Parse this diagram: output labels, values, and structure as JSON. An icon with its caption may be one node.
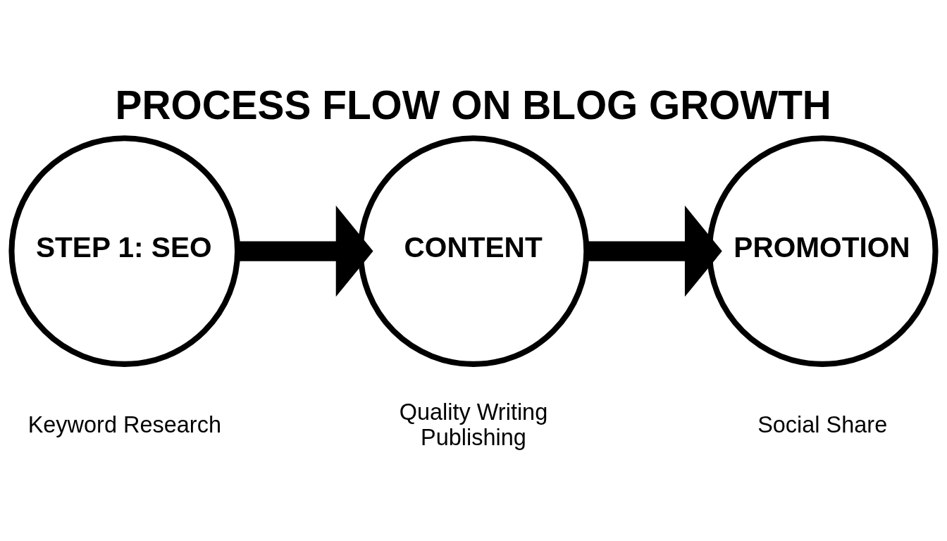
{
  "diagram": {
    "title": "PROCESS FLOW ON BLOG GROWTH",
    "nodes": [
      {
        "text": [
          "STEP 1: SEO"
        ],
        "beside": [
          "Keyword Research"
        ]
      },
      {
        "text": [
          "CONTENT"
        ],
        "beside": [
          "Quality Writing",
          "Publishing"
        ]
      },
      {
        "text": [
          "PROMOTION"
        ],
        "beside": [
          "Social Share"
        ]
      }
    ],
    "edges": [
      {
        "from": 0,
        "to": 1,
        "arrow": "to"
      },
      {
        "from": 1,
        "to": 2,
        "arrow": "to"
      }
    ]
  }
}
